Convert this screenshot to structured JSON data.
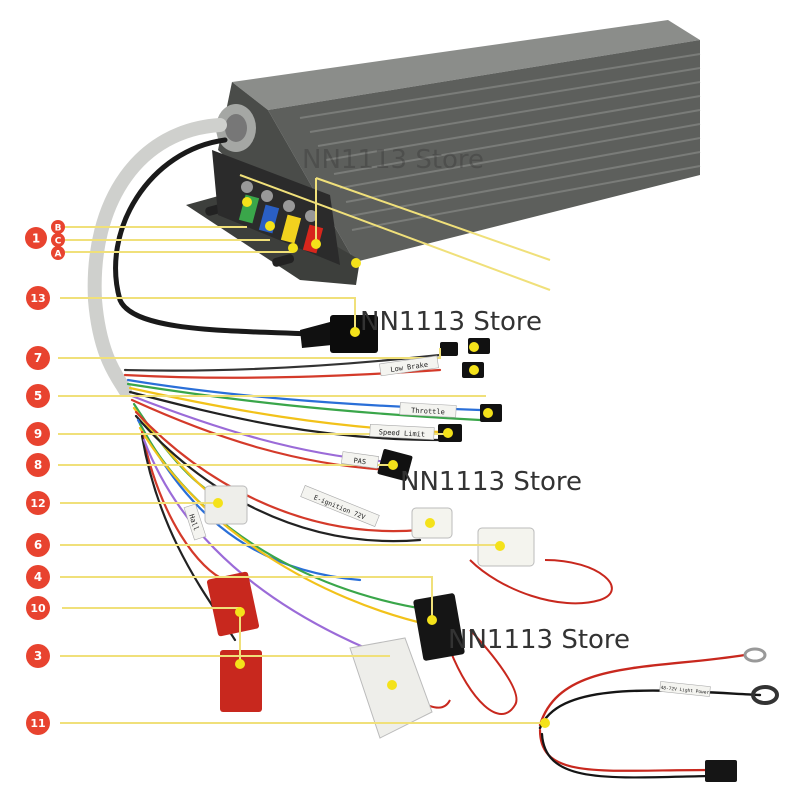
{
  "watermarks": [
    "NN1113 Store",
    "NN1113 Store",
    "NN1113 Store",
    "NN1113 Store"
  ],
  "callouts": [
    "1",
    "B",
    "C",
    "A",
    "13",
    "7",
    "5",
    "9",
    "8",
    "12",
    "6",
    "4",
    "10",
    "3",
    "11"
  ],
  "wire_tags": [
    "Low Brake",
    "Throttle",
    "Speed Limit",
    "PAS",
    "E-ignition 72V",
    "Hall",
    "48-72V Light Power"
  ],
  "colors": {
    "callout_red": "#e8432f",
    "leader_line": "#f0e07a",
    "leader_dot": "#f4e21a",
    "housing": "#6b6d6b",
    "connector_red": "#c8281e",
    "connector_white": "#eeeeea"
  }
}
